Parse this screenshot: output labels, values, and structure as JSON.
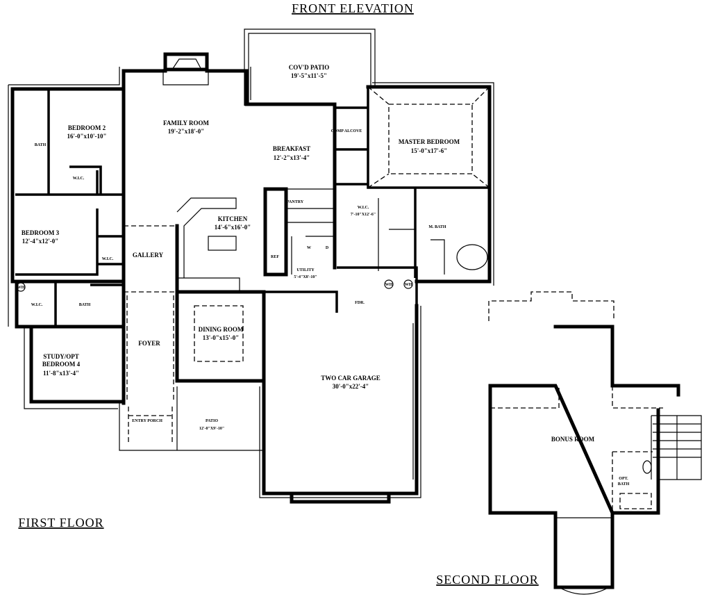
{
  "titles": {
    "front_elevation": "FRONT ELEVATION",
    "first_floor": "FIRST FLOOR",
    "second_floor": "SECOND FLOOR"
  },
  "first_floor": {
    "covd_patio": {
      "name": "COV'D PATIO",
      "size": "19'-5\"x11'-5\""
    },
    "family_room": {
      "name": "FAMILY ROOM",
      "size": "19'-2\"x18'-0\""
    },
    "bedroom2": {
      "name": "BEDROOM 2",
      "size": "16'-0\"x10'-10\""
    },
    "bath1": "BATH",
    "wic1": "W.I.C.",
    "comp_alcove": "COMP ALCOVE",
    "breakfast": {
      "name": "BREAKFAST",
      "size": "12'-2\"x13'-4\""
    },
    "master_bedroom": {
      "name": "MASTER BEDROOM",
      "size": "15'-0\"x17'-6\""
    },
    "bedroom3": {
      "name": "BEDROOM 3",
      "size": "12'-4\"x12'-0\""
    },
    "wic2": "W.I.C.",
    "gallery": "GALLERY",
    "kitchen": {
      "name": "KITCHEN",
      "size": "14'-6\"x16'-0\""
    },
    "pantry": "PANTRY",
    "ref": "REF",
    "washer": "W",
    "dryer": "D",
    "utility": {
      "name": "UTILITY",
      "size": "5'-4\"X8'-10\""
    },
    "master_wic": {
      "name": "W.I.C.",
      "size": "7'-10\"X12'-6\""
    },
    "master_bath": "M. BATH",
    "wh1": "WH",
    "wic3": "W.I.C.",
    "bath2": "BATH",
    "fdr": "FDR.",
    "wh2": "WH",
    "wh3": "WH",
    "foyer": "FOYER",
    "dining_room": {
      "name": "DINING ROOM",
      "size": "13'-0\"x15'-0\""
    },
    "study": {
      "name1": "STUDY/OPT",
      "name2": "BEDROOM 4",
      "size": "11'-8\"x13'-4\""
    },
    "garage": {
      "name": "TWO CAR GARAGE",
      "size": "30'-0\"x22'-4\""
    },
    "entry_porch": "ENTRY PORCH",
    "patio": {
      "name": "PATIO",
      "size": "12'-0\"X9'-10\""
    }
  },
  "second_floor": {
    "bonus_room": "BONUS ROOM",
    "opt_bath1": "OPT.",
    "opt_bath2": "BATH"
  }
}
